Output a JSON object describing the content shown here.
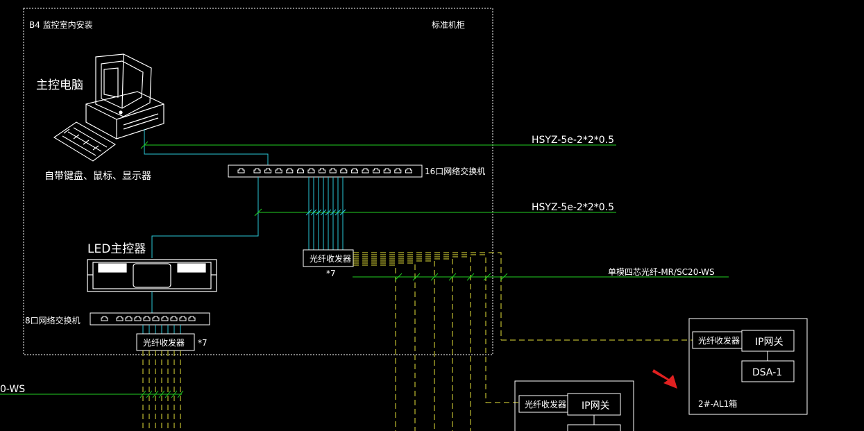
{
  "labels": {
    "room": "B4 监控室内安装",
    "cabinet": "标准机柜",
    "host_pc": "主控电脑",
    "peripherals": "自带键盘、鼠标、显示器",
    "switch16": "16口网络交换机",
    "cable1": "HSYZ-5e-2*2*0.5",
    "cable2": "HSYZ-5e-2*2*0.5",
    "led_controller": "LED主控器",
    "transceiver_mid": "光纤收发器",
    "transceiver_mid_qty": "*7",
    "fiber_cable": "单模四芯光纤-MR/SC20-WS",
    "switch8": "8口网络交换机",
    "transceiver_bottom": "光纤收发器",
    "transceiver_bottom_qty": "*7",
    "left_cable_fragment": "0-WS",
    "panel_right_transceiver": "光纤收发器",
    "panel_right_gateway": "IP网关",
    "panel_right_dsa": "DSA-1",
    "panel_right_name": "2#-AL1箱",
    "panel_bottom_transceiver": "光纤收发器",
    "panel_bottom_gateway": "IP网关"
  },
  "colors": {
    "background": "#000000",
    "line_white": "#ffffff",
    "line_green": "#22d022",
    "line_cyan": "#2ac8d8",
    "line_yellow": "#e6e23a",
    "arrow_red": "#e02020"
  },
  "icons": {
    "pc": "computer-workstation-icon",
    "keyboard": "keyboard-icon",
    "led": "led-controller-icon",
    "arrow": "red-arrow-icon"
  }
}
